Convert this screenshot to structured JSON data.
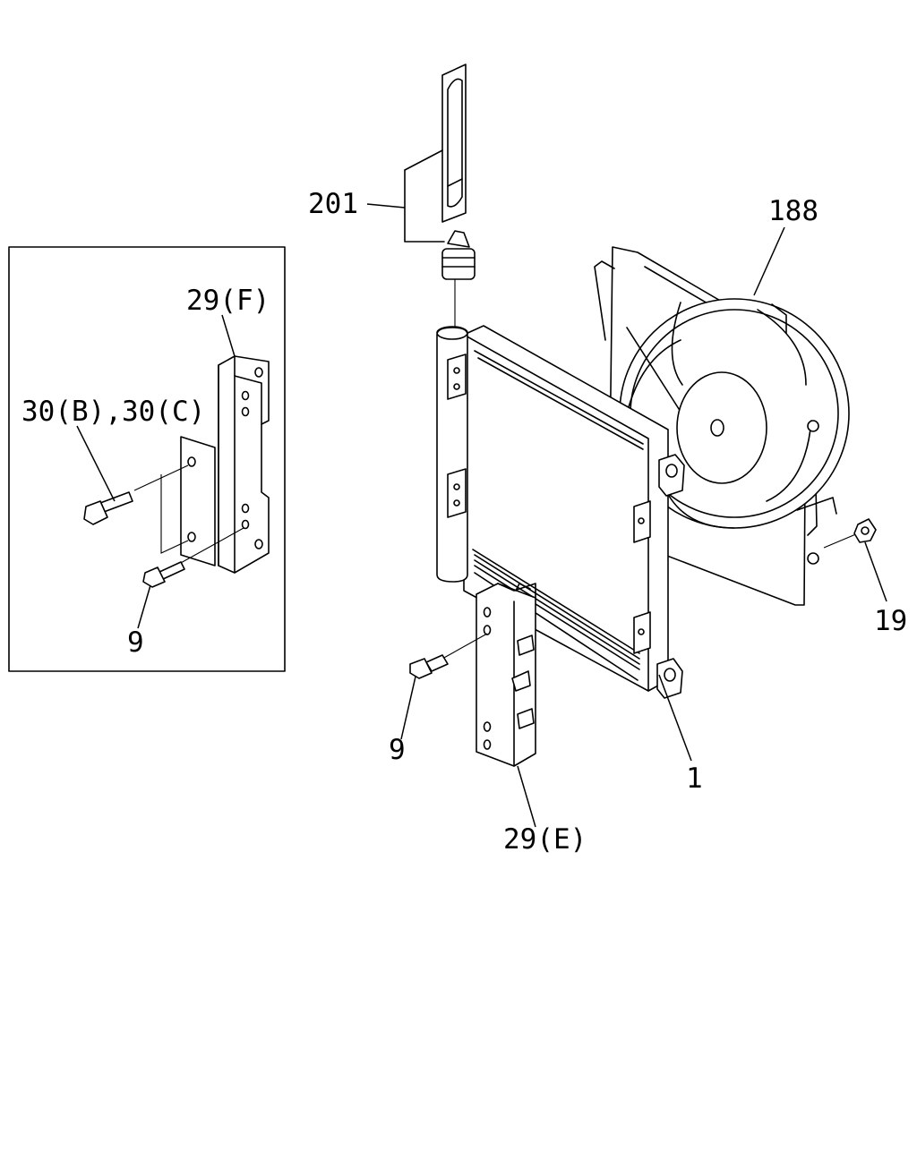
{
  "callouts": {
    "filter": "201",
    "fan": "188",
    "bracket_f": "29(F)",
    "bolt_bc": "30(B),30(C)",
    "bolt_inset": "9",
    "bolt_main": "9",
    "nut": "19",
    "condenser": "1",
    "bracket_e": "29(E)"
  }
}
